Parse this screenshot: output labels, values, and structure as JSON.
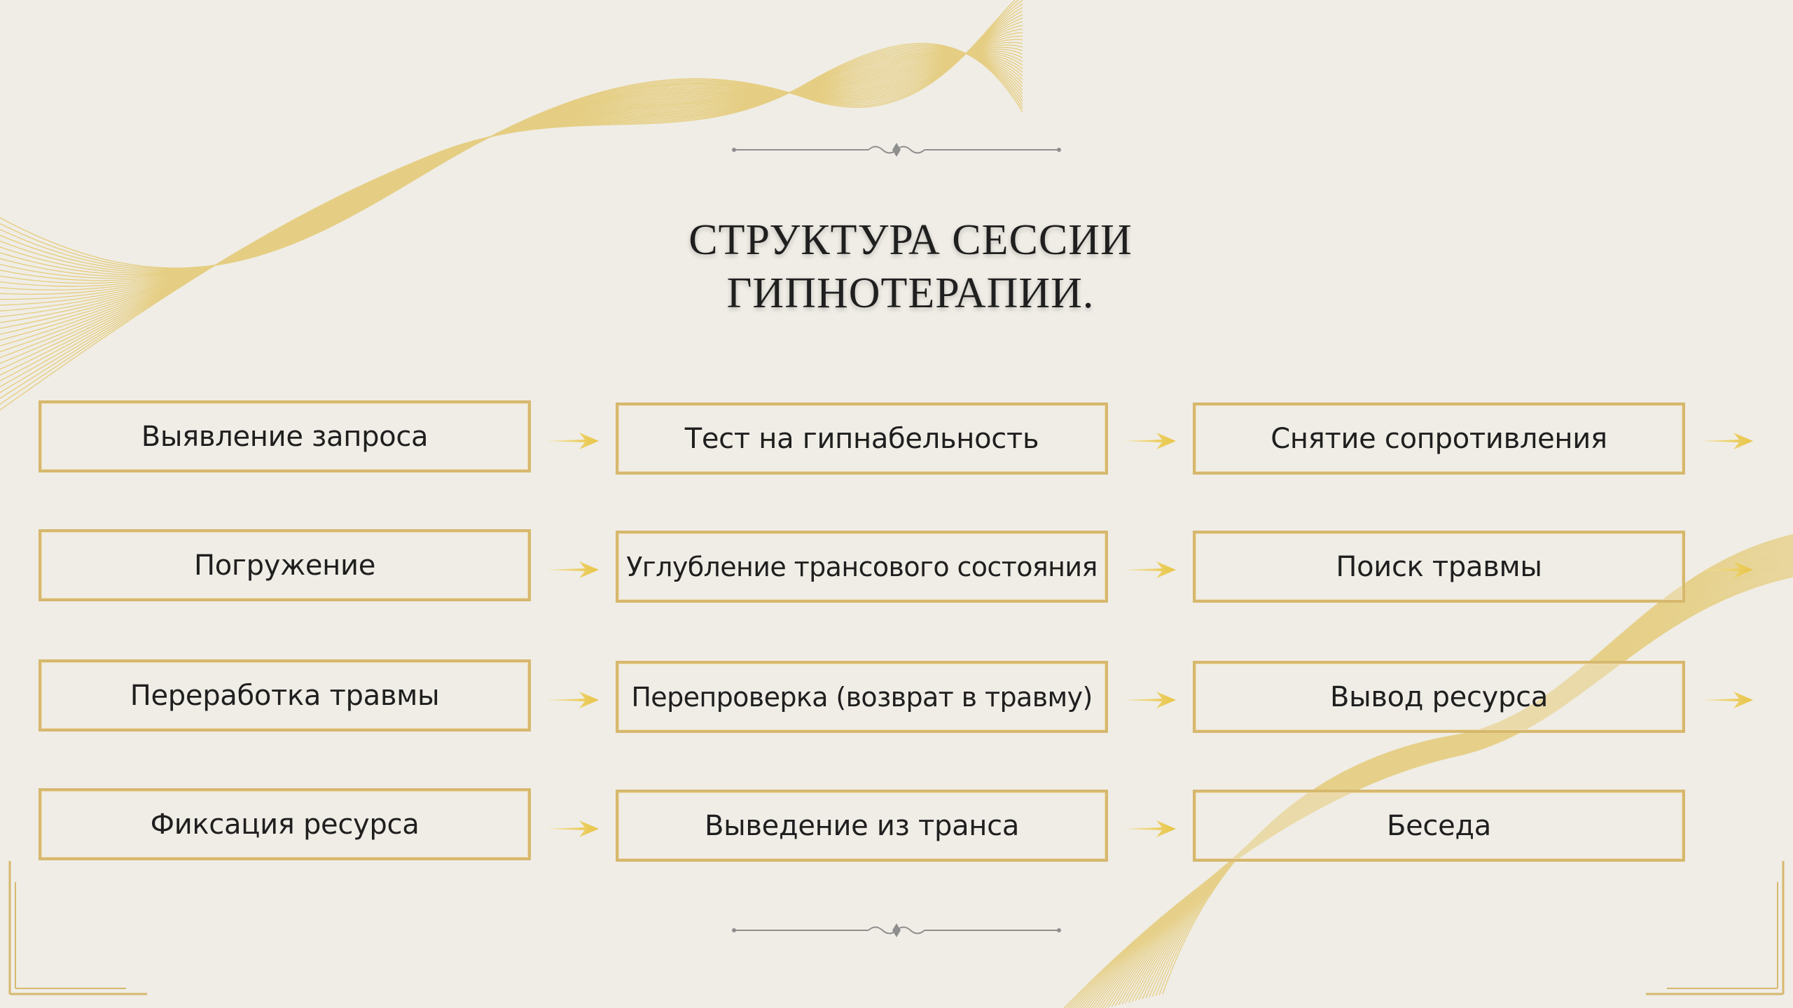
{
  "title": {
    "line1": "СТРУКТУРА СЕССИИ",
    "line2": "ГИПНОТЕРАПИИ."
  },
  "steps": [
    "Выявление запроса",
    "Тест на гипнабельность",
    "Снятие сопротивления",
    "Погружение",
    "Углубление трансового состояния",
    "Поиск травмы",
    "Переработка травмы",
    "Перепроверка (возврат в травму)",
    "Вывод ресурса",
    "Фиксация ресурса",
    "Выведение из транса",
    "Беседа"
  ],
  "colors": {
    "background": "#F0EDE6",
    "gold": "#D6B86E",
    "arrow": "#E8C547",
    "text": "#1F1F1F",
    "ornament": "#8E8E8E"
  },
  "icons": {
    "arrow": "arrow-right-icon",
    "divider": "ornamental-divider-icon"
  }
}
